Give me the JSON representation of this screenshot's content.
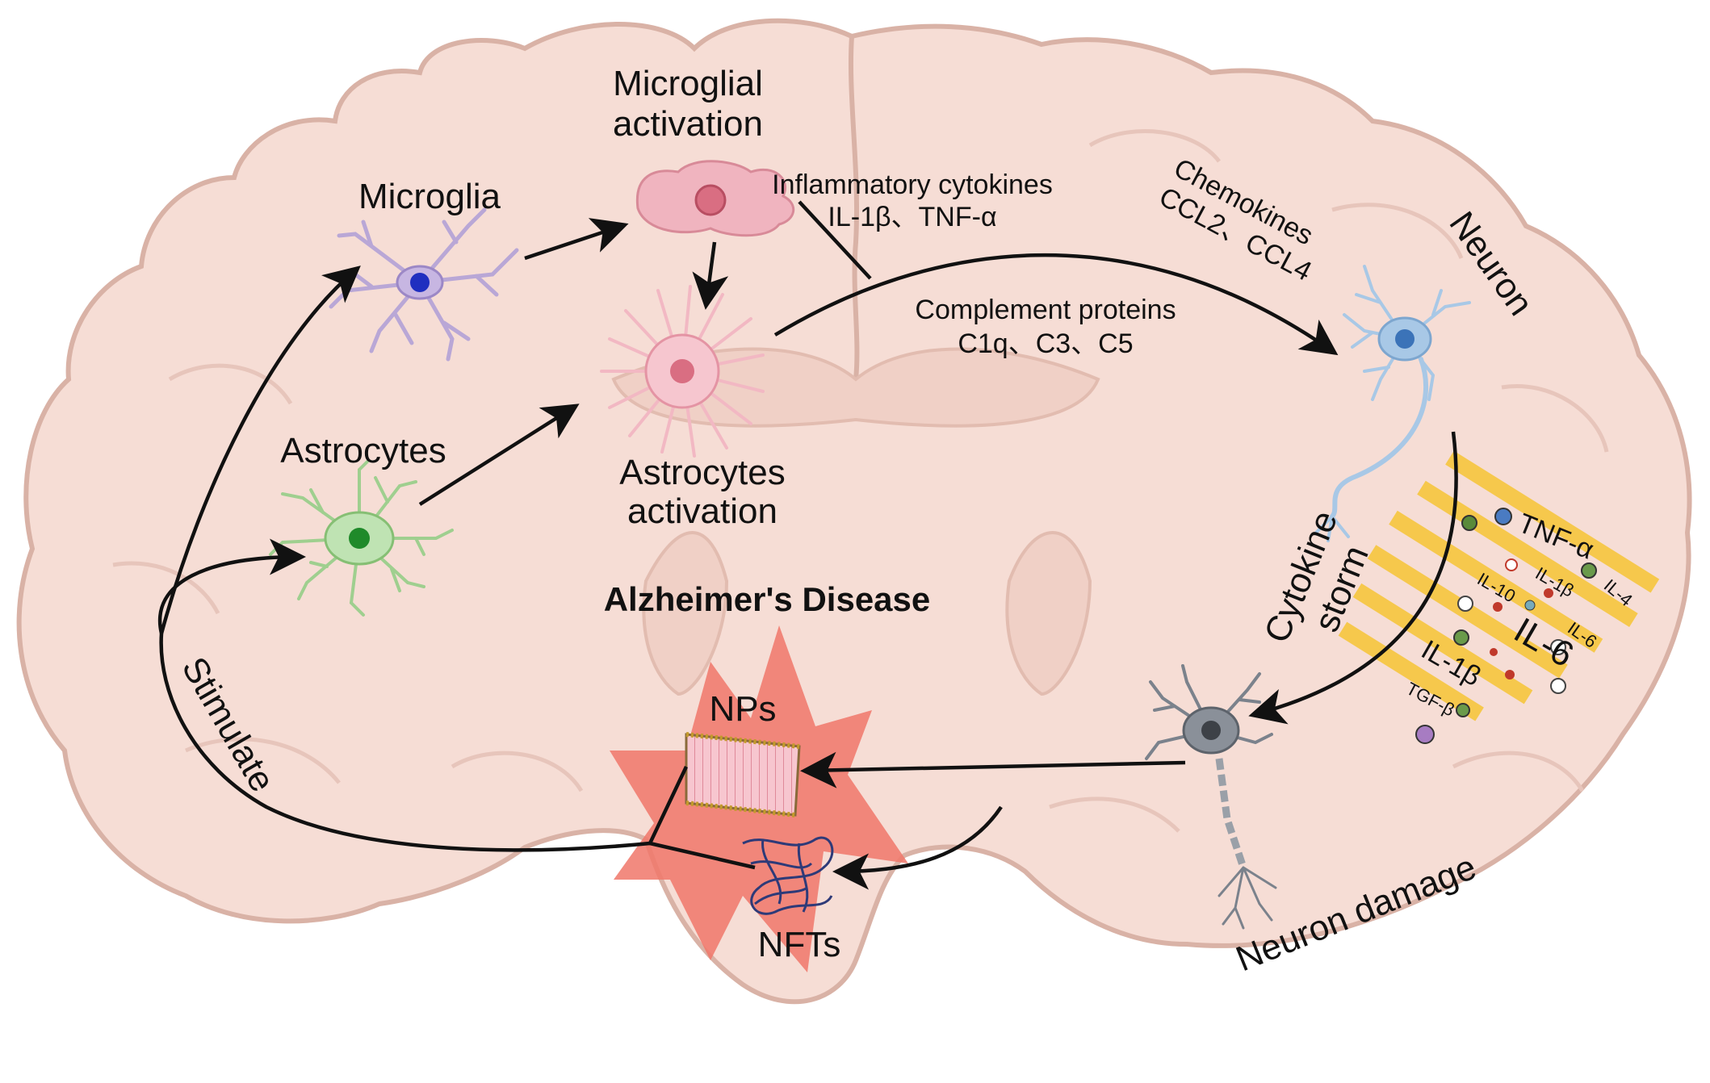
{
  "title": "Alzheimer's Disease",
  "labels": {
    "microglia": "Microglia",
    "microglial_activation_1": "Microglial",
    "microglial_activation_2": "activation",
    "astrocytes": "Astrocytes",
    "astrocytes_activation_1": "Astrocytes",
    "astrocytes_activation_2": "activation",
    "inflammatory_1": "Inflammatory cytokines",
    "inflammatory_2": "IL-1β、TNF-α",
    "chemokines_1": "Chemokines",
    "chemokines_2": "CCL2、CCL4",
    "complement_1": "Complement proteins",
    "complement_2": "C1q、C3、C5",
    "neuron": "Neuron",
    "cytokine_storm_1": "Cytokine",
    "cytokine_storm_2": "storm",
    "neuron_damage": "Neuron damage",
    "stimulate": "Stimulate",
    "nps": "NPs",
    "nfts": "NFTs"
  },
  "cytokine_labels": {
    "tnf_alpha": "TNF-α",
    "il_1b_small": "IL-1β",
    "il_4": "IL-4",
    "il_10": "IL-10",
    "il_6_large": "IL-6",
    "il_6_small": "IL-6",
    "il_1b_large": "IL-1β",
    "tgf_b": "TGF-β"
  },
  "colors": {
    "brain_fill": "#f6ddd5",
    "brain_outline": "#d9b2a6",
    "microglia": "#b9a7d6",
    "microglia_nucleus": "#1f2fc0",
    "microglial_activation": "#f0b4bf",
    "astrocyte": "#9fcf8f",
    "astrocyte_nucleus": "#1f8a2a",
    "activated_astrocyte": "#f2b8c3",
    "neuron": "#a8c8e6",
    "damaged_neuron": "#8a9099",
    "starburst": "#f0776a",
    "cytokine_band": "#f6c84c",
    "arrow": "#111111"
  }
}
